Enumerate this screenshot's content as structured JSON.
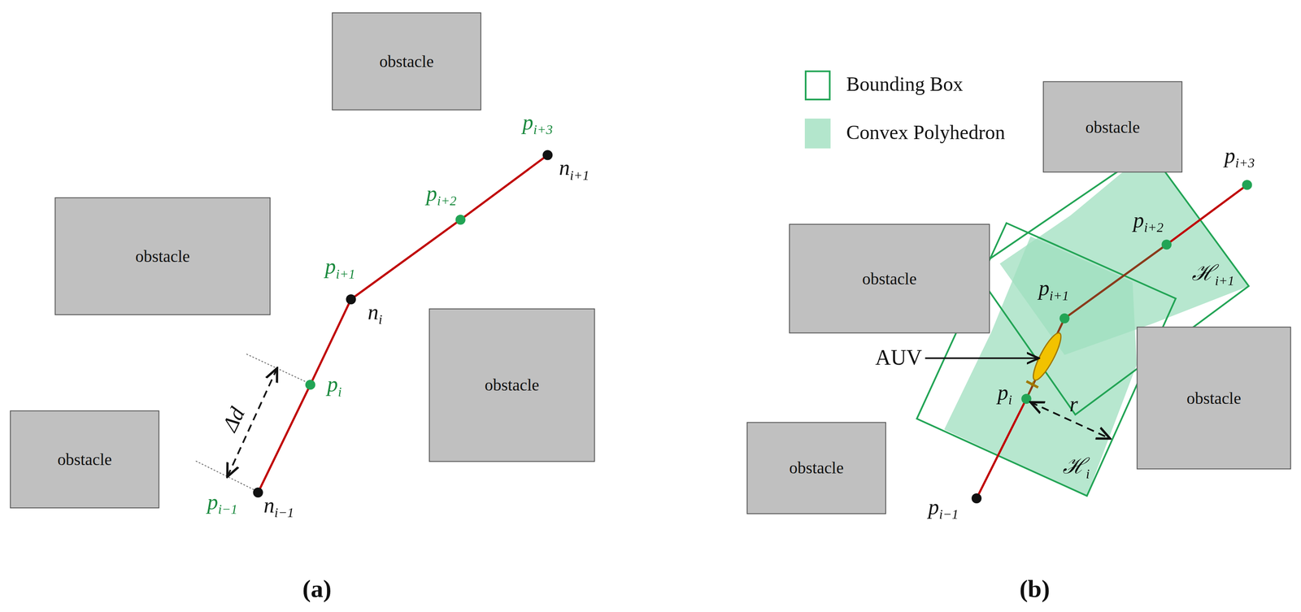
{
  "diagram": {
    "nodes": [
      {
        "text": [
          "obstacle"
        ]
      },
      {
        "text": [
          "obstacle"
        ]
      },
      {
        "text": [
          "obstacle"
        ]
      },
      {
        "text": [
          "obstacle"
        ]
      },
      {
        "text": [
          "obstacle"
        ]
      },
      {
        "text": [
          "obstacle"
        ]
      },
      {
        "text": [
          "obstacle"
        ]
      },
      {
        "text": [
          "obstacle"
        ]
      }
    ],
    "labels": [
      "pi+3",
      "ni+1",
      "pi+2",
      "pi+1",
      "ni",
      "pi",
      "Δd",
      "pi−1",
      "ni−1",
      "(a)",
      "pi+3",
      "pi+2",
      "pi+1",
      "ℋi+1",
      "AUV",
      "pi",
      "r",
      "ℋi",
      "pi−1",
      "(b)"
    ],
    "legend": [
      {
        "text": "Bounding Box"
      },
      {
        "text": "Convex Polyhedron",
        "color": "#b3e6cc"
      }
    ]
  }
}
